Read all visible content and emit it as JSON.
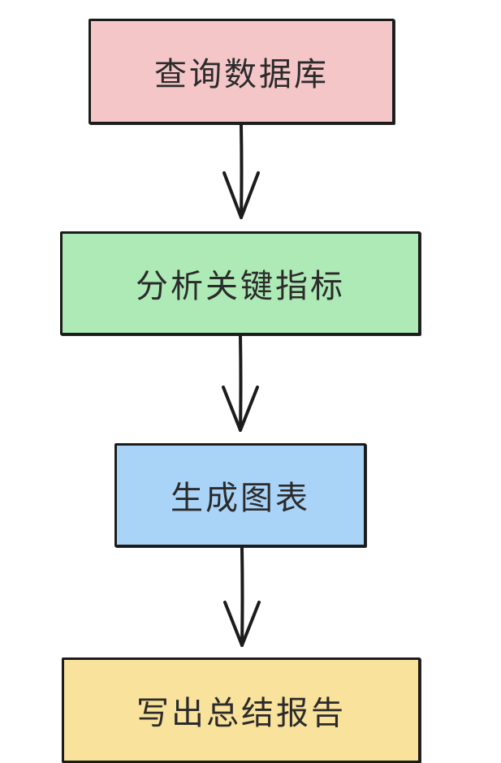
{
  "flowchart": {
    "steps": [
      {
        "label": "查询数据库",
        "fill": "#f5c6c8"
      },
      {
        "label": "分析关键指标",
        "fill": "#aeeab6"
      },
      {
        "label": "生成图表",
        "fill": "#a9d4f7"
      },
      {
        "label": "写出总结报告",
        "fill": "#f9e29b"
      }
    ]
  }
}
